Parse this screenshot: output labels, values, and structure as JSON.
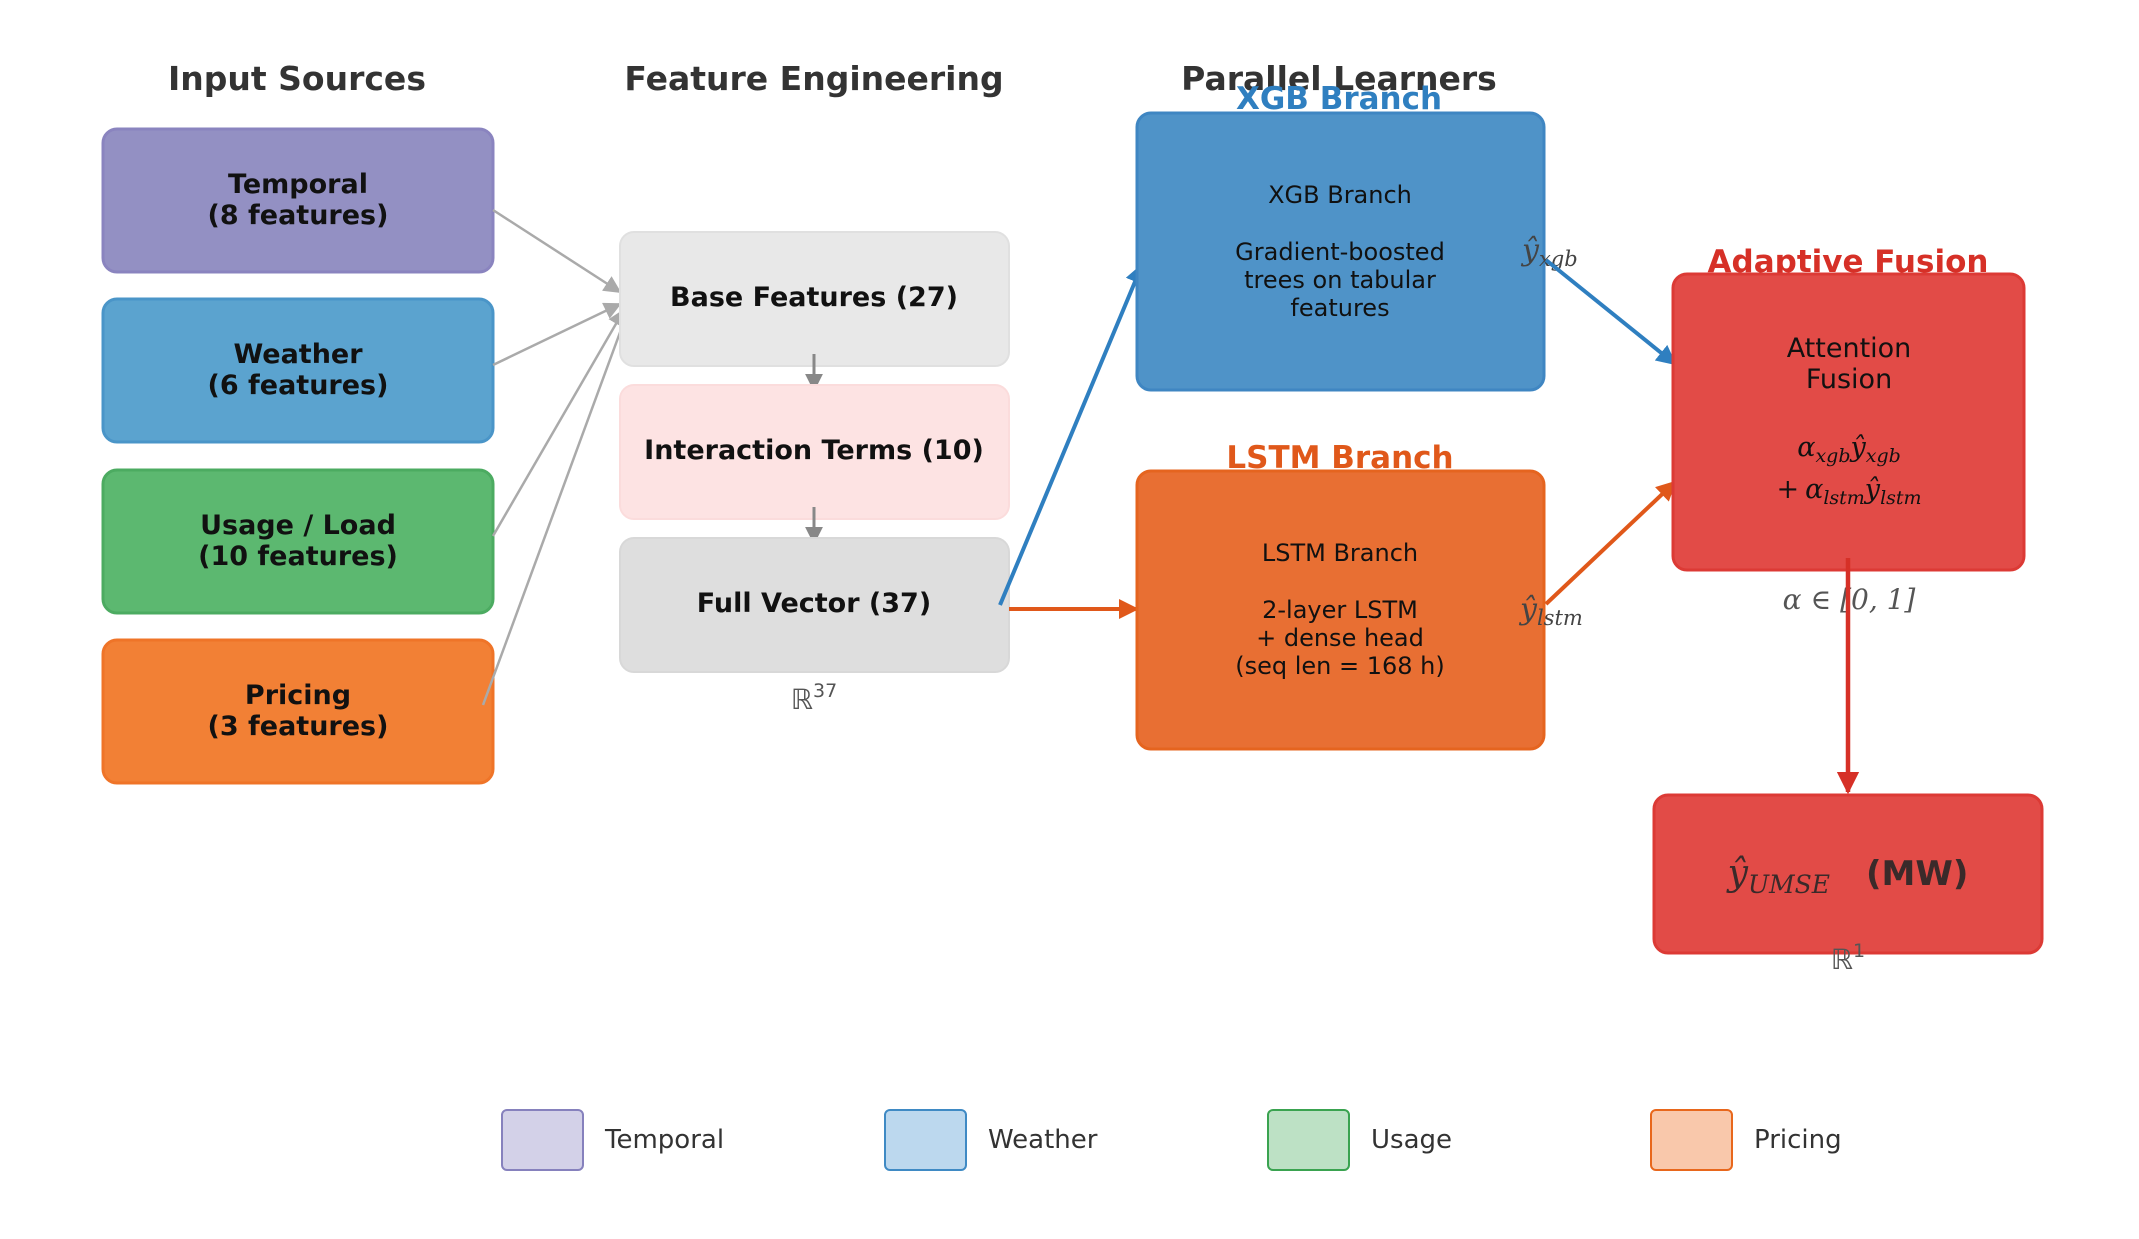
{
  "columns": {
    "input_sources": "Input Sources",
    "feature_engineering": "Feature Engineering",
    "parallel_learners": "Parallel Learners"
  },
  "inputs": [
    {
      "name": "Temporal",
      "count": "(8 features)",
      "fill": "#9390c3",
      "stroke": "#8a84bf"
    },
    {
      "name": "Weather",
      "count": "(6 features)",
      "fill": "#5ba3cf",
      "stroke": "#4a95c8"
    },
    {
      "name": "Usage / Load",
      "count": "(10 features)",
      "fill": "#5cb870",
      "stroke": "#4cab61"
    },
    {
      "name": "Pricing",
      "count": "(3 features)",
      "fill": "#f28035",
      "stroke": "#ef7428"
    }
  ],
  "features": {
    "base": "Base Features (27)",
    "interaction": "Interaction Terms (10)",
    "full": "Full Vector (37)",
    "dim_symbol": "ℝ",
    "dim_exp": "37"
  },
  "xgb": {
    "title": "XGB Branch",
    "box_title": "XGB Branch",
    "desc": [
      "Gradient-boosted",
      "trees on tabular",
      "features"
    ],
    "output_label": "ŷ",
    "output_sub": "xgb",
    "color": "#2f7fc0",
    "fill": "#4f93c8"
  },
  "lstm": {
    "title": "LSTM Branch",
    "box_title": "LSTM Branch",
    "desc": [
      "2-layer LSTM",
      "+ dense head",
      "(seq len = 168 h)"
    ],
    "output_label": "ŷ",
    "output_sub": "lstm",
    "color": "#e0581a",
    "fill": "#e86f33"
  },
  "fusion": {
    "title": "Adaptive Fusion",
    "line1": "Attention",
    "line2": "Fusion",
    "formula1_alpha": "α",
    "formula1_sub": "xgb",
    "formula1_y": "ŷ",
    "formula1_ysub": "xgb",
    "formula2_plus": "+",
    "formula2_alpha": "α",
    "formula2_sub": "lstm",
    "formula2_y": "ŷ",
    "formula2_ysub": "lstm",
    "alpha_range": "α ∈ [0, 1]",
    "color": "#d63027",
    "fill": "#e24b47"
  },
  "output": {
    "symbol": "ŷ",
    "sub": "UMSE",
    "unit": "(MW)",
    "dim_symbol": "ℝ",
    "dim_exp": "1"
  },
  "legend": [
    {
      "label": "Temporal",
      "fill": "#d3d1e8",
      "stroke": "#8681bd"
    },
    {
      "label": "Weather",
      "fill": "#bcd8ee",
      "stroke": "#3f8ac4"
    },
    {
      "label": "Usage",
      "fill": "#bde1c5",
      "stroke": "#3aa350"
    },
    {
      "label": "Pricing",
      "fill": "#f9c8ab",
      "stroke": "#e8671c"
    }
  ]
}
